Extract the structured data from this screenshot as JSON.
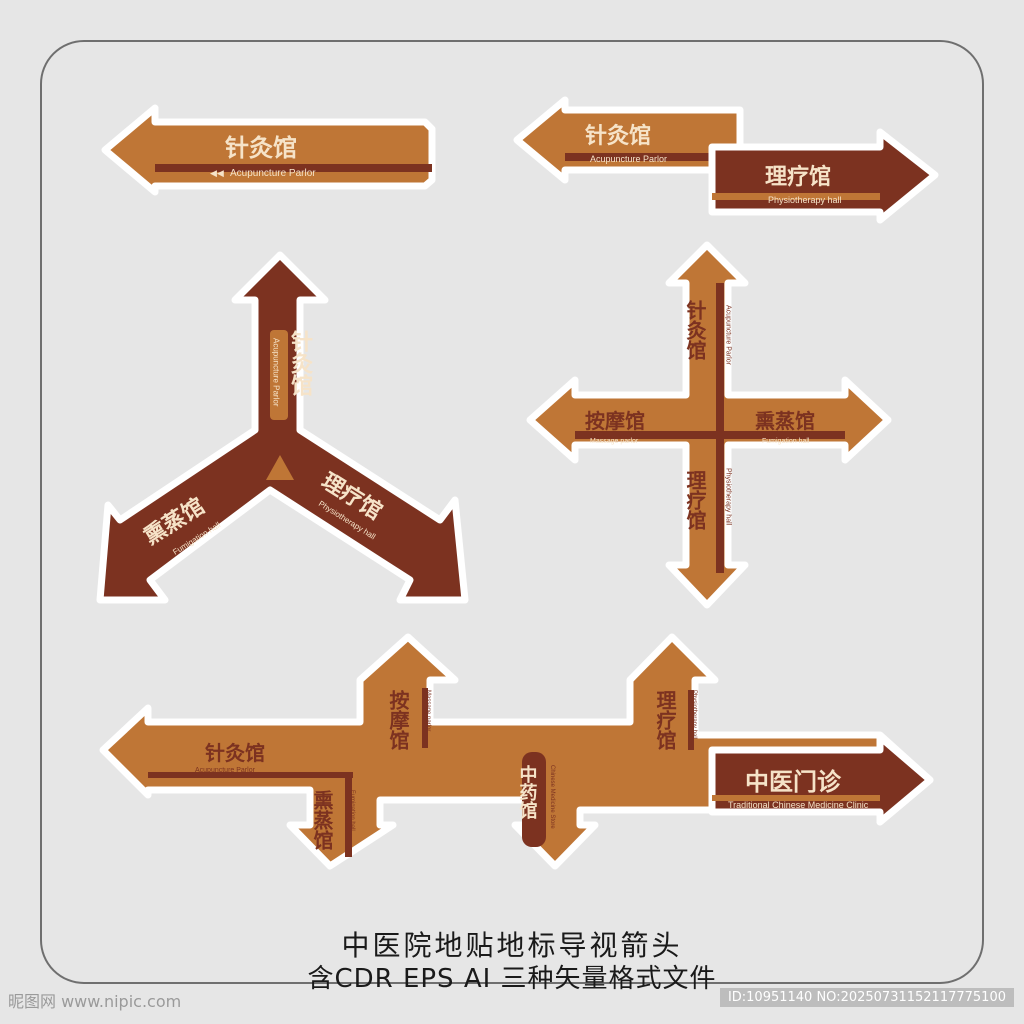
{
  "signs": {
    "acupuncture": {
      "cn": "针灸馆",
      "en": "Acupuncture Parlor"
    },
    "physiotherapy": {
      "cn": "理疗馆",
      "en": "Physiotherapy hall"
    },
    "fumigation": {
      "cn": "熏蒸馆",
      "en": "Fumigation hall"
    },
    "massage": {
      "cn": "按摩馆",
      "en": "Massage parlor"
    },
    "chinese_medicine_store": {
      "cn": "中药馆",
      "en": "Chinese Medicine Store"
    },
    "clinic": {
      "cn": "中医门诊",
      "en": "Traditional Chinese Medicine Clinic"
    }
  },
  "caption": {
    "line1": "中医院地贴地标导视箭头",
    "line2": "含CDR EPS AI 三种矢量格式文件"
  },
  "watermark": {
    "left": "昵图网 www.nipic.com",
    "right": "ID:10951140 NO:20250731152117775100"
  },
  "colors": {
    "orange": "#bf7636",
    "brown": "#7c3220",
    "outline": "#ffffff",
    "background": "#e6e6e6"
  }
}
